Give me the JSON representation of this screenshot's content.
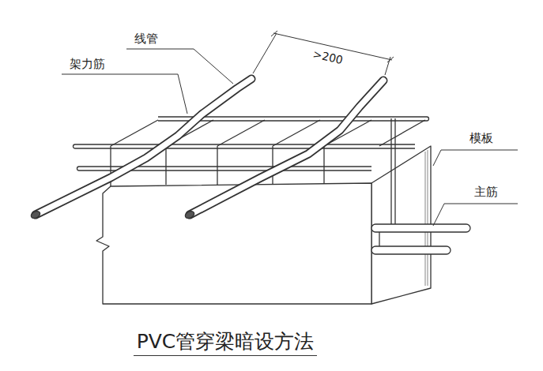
{
  "diagram": {
    "caption": "PVC管穿梁暗设方法",
    "labels": [
      "线管",
      "架力筋",
      ">200",
      "模板",
      "主筋"
    ]
  }
}
